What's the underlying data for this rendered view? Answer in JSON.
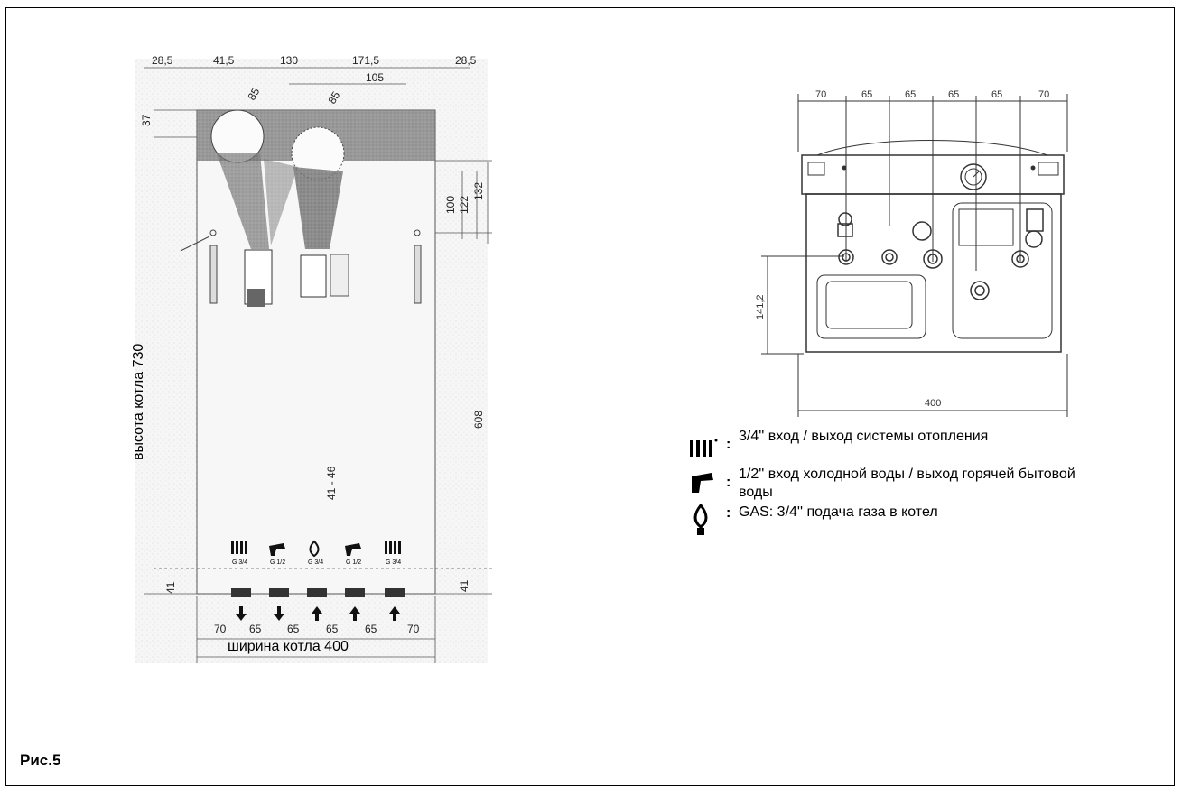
{
  "left_drawing": {
    "top_dims": [
      "28,5",
      "41,5",
      "130",
      "171,5",
      "28,5"
    ],
    "sub_dim": "105",
    "angle_1": "85",
    "angle_2": "85",
    "left_dim": "37",
    "right_dims": [
      "100",
      "122",
      "132"
    ],
    "right_608": "608",
    "center_dim": "41 - 46",
    "bottom_left_41": "41",
    "bottom_right_41": "41",
    "height_label": "высота котла 730",
    "width_label": "ширина котла 400",
    "bottom_dims": [
      "70",
      "65",
      "65",
      "65",
      "65",
      "70"
    ],
    "connectors": [
      "G 3/4",
      "G 1/2",
      "G 3/4",
      "G 1/2",
      "G 3/4"
    ]
  },
  "right_drawing": {
    "top_dims": [
      "70",
      "65",
      "65",
      "65",
      "65",
      "70"
    ],
    "left_dim": "141,2",
    "bottom_dim": "400"
  },
  "legend": [
    {
      "icon": "radiator-icon",
      "text": "3/4'' вход / выход системы отопления"
    },
    {
      "icon": "faucet-icon",
      "text": "1/2'' вход холодной воды / выход горячей бытовой воды"
    },
    {
      "icon": "gas-flame-icon",
      "text": "GAS: 3/4'' подача газа в котел"
    }
  ],
  "figure_label": "Рис.5"
}
